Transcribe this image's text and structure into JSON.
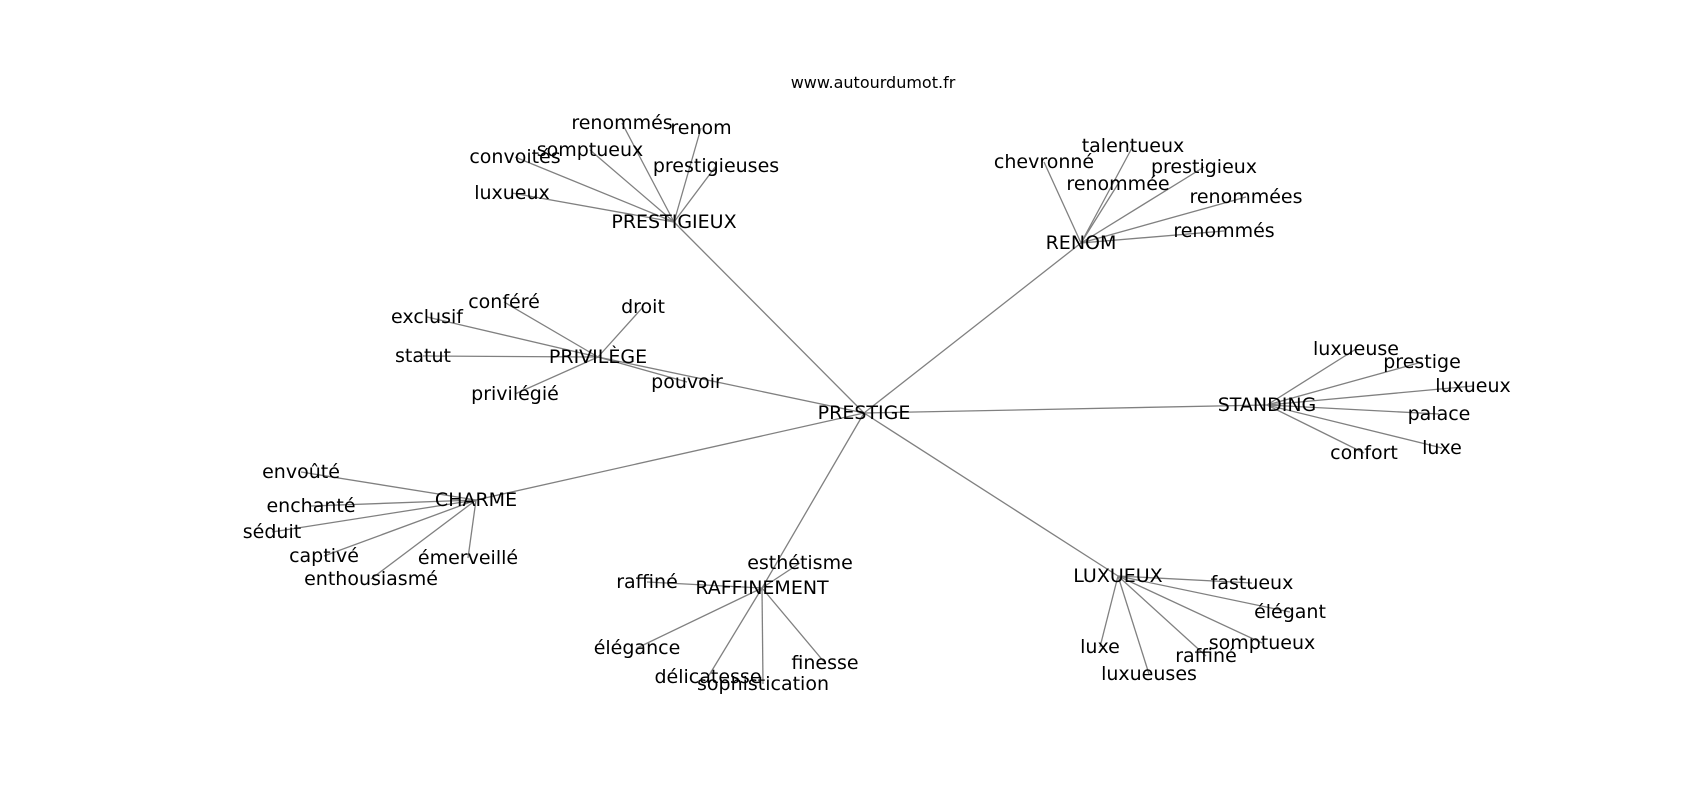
{
  "site": "www.autourdumot.fr",
  "style": {
    "edge_color": "#808080",
    "text_color": "#000000",
    "background": "#ffffff"
  },
  "center": {
    "id": "prestige",
    "label": "PRESTIGE"
  },
  "clusters": [
    {
      "id": "prestigieux",
      "label": "PRESTIGIEUX",
      "words": [
        "renommés",
        "renom",
        "somptueux",
        "convoités",
        "prestigieuses",
        "luxueux"
      ]
    },
    {
      "id": "renom",
      "label": "RENOM",
      "words": [
        "talentueux",
        "chevronné",
        "prestigieux",
        "renommée",
        "renommées",
        "renommés"
      ]
    },
    {
      "id": "privilege",
      "label": "PRIVILÈGE",
      "words": [
        "conféré",
        "droit",
        "exclusif",
        "statut",
        "pouvoir",
        "privilégié"
      ]
    },
    {
      "id": "standing",
      "label": "STANDING",
      "words": [
        "luxueuse",
        "prestige",
        "luxueux",
        "palace",
        "luxe",
        "confort"
      ]
    },
    {
      "id": "charme",
      "label": "CHARME",
      "words": [
        "envoûté",
        "enchanté",
        "séduit",
        "captivé",
        "émerveillé",
        "enthousiasmé"
      ]
    },
    {
      "id": "raffinement",
      "label": "RAFFINEMENT",
      "words": [
        "esthétisme",
        "raffiné",
        "élégance",
        "finesse",
        "délicatesse",
        "sophistication"
      ]
    },
    {
      "id": "luxueux",
      "label": "LUXUEUX",
      "words": [
        "fastueux",
        "élégant",
        "somptueux",
        "raffiné",
        "luxe",
        "luxueuses"
      ]
    }
  ]
}
